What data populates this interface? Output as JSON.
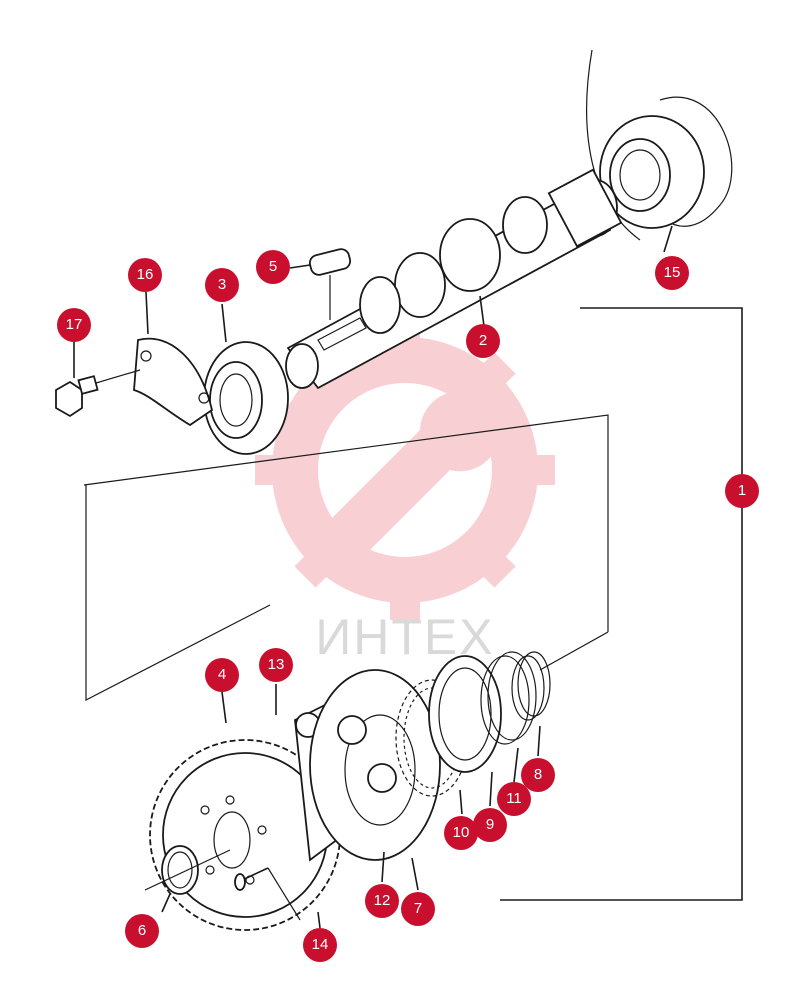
{
  "colors": {
    "badge": "#c8102e",
    "line": "#1a1a1a",
    "watermark": "#f3c9c9"
  },
  "watermark": {
    "brand": "ИНТЕХ"
  },
  "callouts": [
    {
      "id": "p1",
      "label": "1"
    },
    {
      "id": "p2",
      "label": "2"
    },
    {
      "id": "p3",
      "label": "3"
    },
    {
      "id": "p4",
      "label": "4"
    },
    {
      "id": "p5",
      "label": "5"
    },
    {
      "id": "p6",
      "label": "6"
    },
    {
      "id": "p7",
      "label": "7"
    },
    {
      "id": "p8",
      "label": "8"
    },
    {
      "id": "p9",
      "label": "9"
    },
    {
      "id": "p10",
      "label": "10"
    },
    {
      "id": "p11",
      "label": "11"
    },
    {
      "id": "p12",
      "label": "12"
    },
    {
      "id": "p13",
      "label": "13"
    },
    {
      "id": "p14",
      "label": "14"
    },
    {
      "id": "p15",
      "label": "15"
    },
    {
      "id": "p16",
      "label": "16"
    },
    {
      "id": "p17",
      "label": "17"
    }
  ]
}
